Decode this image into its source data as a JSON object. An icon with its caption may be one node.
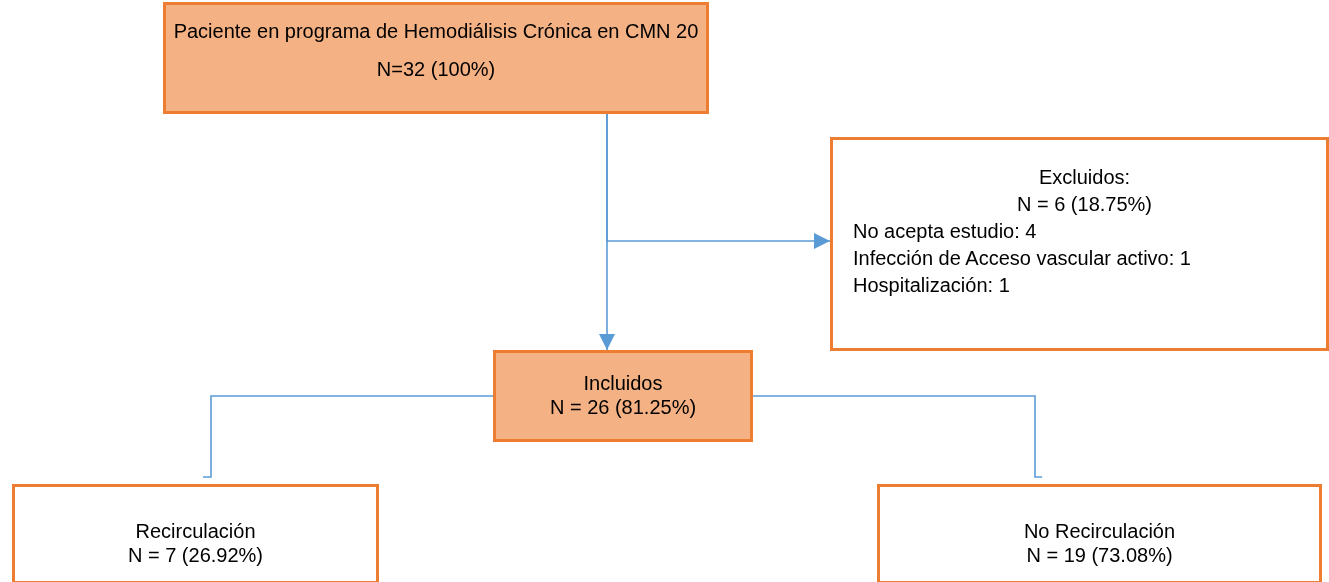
{
  "diagram": {
    "nodes": [
      {
        "text": [
          "Paciente en programa de Hemodiálisis Crónica en CMN 20",
          "N=32 (100%)"
        ]
      },
      {
        "text": [
          "Excluidos:",
          "N = 6 (18.75%)",
          "No acepta estudio: 4",
          "Infección de Acceso vascular activo: 1",
          "Hospitalización: 1"
        ]
      },
      {
        "text": [
          "Incluidos",
          "N = 26 (81.25%)"
        ]
      },
      {
        "text": [
          "Recirculación",
          "N = 7 (26.92%)"
        ]
      },
      {
        "text": [
          "No Recirculación",
          "N = 19 (73.08%)"
        ]
      }
    ],
    "edges": [
      {
        "from": 0,
        "to": 2,
        "arrow": "to"
      },
      {
        "from": 0,
        "to": 1,
        "arrow": "to"
      },
      {
        "from": 2,
        "to": 3,
        "arrow": "none"
      },
      {
        "from": 2,
        "to": 4,
        "arrow": "none"
      }
    ]
  }
}
